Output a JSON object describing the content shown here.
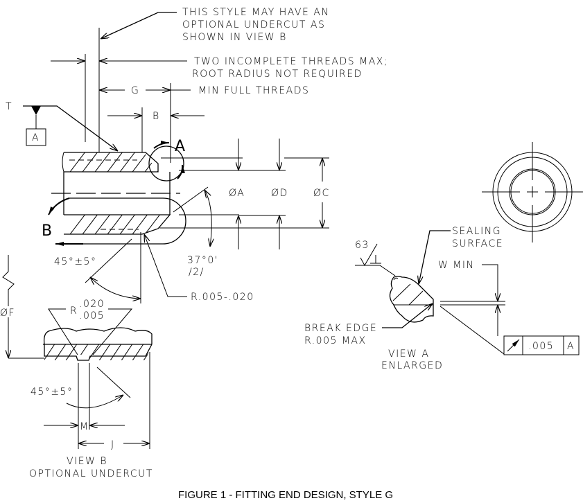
{
  "figure": {
    "caption": "FIGURE 1 - FITTING END DESIGN, STYLE G"
  },
  "main_view": {
    "notes": {
      "undercut_note": [
        "THIS STYLE MAY HAVE AN",
        "OPTIONAL UNDERCUT AS",
        "SHOWN IN VIEW B"
      ],
      "threads_note": [
        "TWO INCOMPLETE THREADS MAX;",
        "ROOT RADIUS NOT REQUIRED"
      ],
      "min_full_threads": "MIN FULL THREADS"
    },
    "dims": {
      "G": "G",
      "B": "B",
      "T": "T",
      "datum": "A",
      "dia_A": "ØA",
      "dia_D": "ØD",
      "dia_C": "ØC",
      "dia_F": "ØF",
      "angle_45": "45°±5°",
      "angle_37": "37°0'",
      "angle_37_sub": "/2/",
      "radius": "R.005-.020"
    },
    "view_callouts": {
      "A": "A",
      "B": "B"
    }
  },
  "view_b": {
    "radius_label": "R",
    "radius_upper": ".020",
    "radius_lower": ".005",
    "angle": "45°±5°",
    "dim_M": "M",
    "dim_J": "J",
    "title": [
      "VIEW B",
      "OPTIONAL UNDERCUT"
    ]
  },
  "view_a": {
    "finish": "63",
    "sealing_surface": [
      "SEALING",
      "SURFACE"
    ],
    "w_min": "W MIN",
    "break_edge": [
      "BREAK EDGE",
      "R.005 MAX"
    ],
    "title": [
      "VIEW A",
      "ENLARGED"
    ],
    "feature_control_frame": {
      "symbol": "runout-icon",
      "tolerance": ".005",
      "datum": "A"
    }
  }
}
